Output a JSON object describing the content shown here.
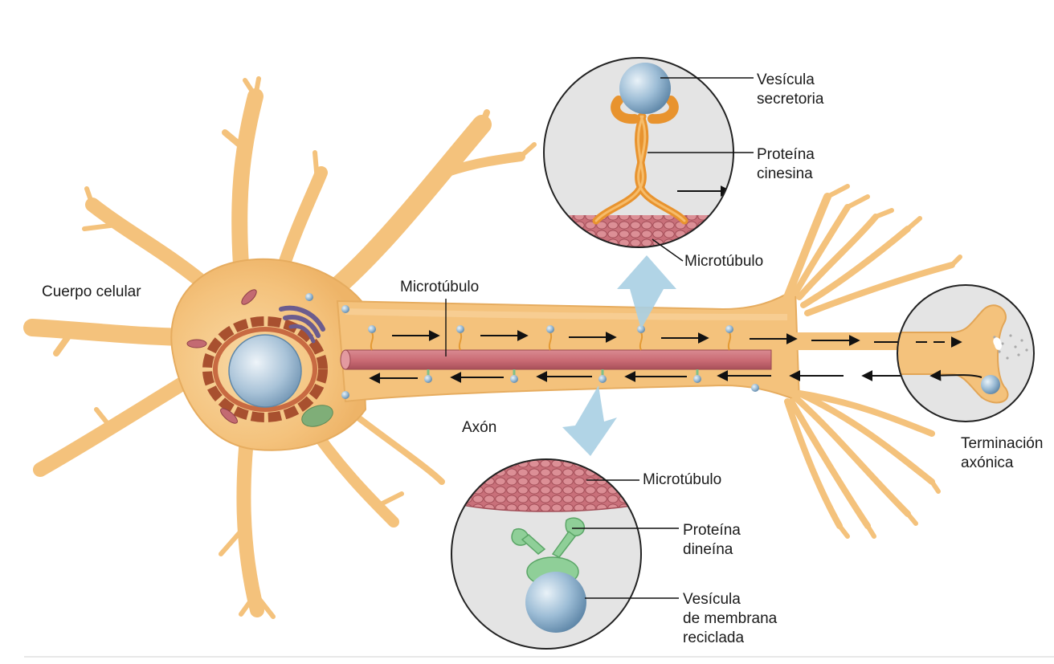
{
  "labels": {
    "cell_body": "Cuerpo celular",
    "microtubule_axon": "Microtúbulo",
    "axon": "Axón",
    "secretory_vesicle_line1": "Vesícula",
    "secretory_vesicle_line2": "secretoria",
    "kinesin_line1": "Proteína",
    "kinesin_line2": "cinesina",
    "microtubule_top": "Microtúbulo",
    "axon_terminal_line1": "Terminación",
    "axon_terminal_line2": "axónica",
    "microtubule_bottom": "Microtúbulo",
    "dynein_line1": "Proteína",
    "dynein_line2": "dineína",
    "recycled_vesicle_line1": "Vesícula",
    "recycled_vesicle_line2": "de membrana",
    "recycled_vesicle_line3": "reciclada"
  },
  "colors": {
    "neuron": "#f4c27c",
    "neuron_edge": "#e2a556",
    "microtubule": "#c96a73",
    "vesicle": "#8fb3cf",
    "kinesin": "#f0a43c",
    "dynein": "#8fcf98",
    "inset_bg": "#e6e6e6",
    "callout_arrow": "#a9cfe3",
    "nucleus_envelope": "#a8502f",
    "golgi": "#6b5c8e",
    "mitochondria": "#c36a72",
    "er_green": "#7fae78"
  }
}
